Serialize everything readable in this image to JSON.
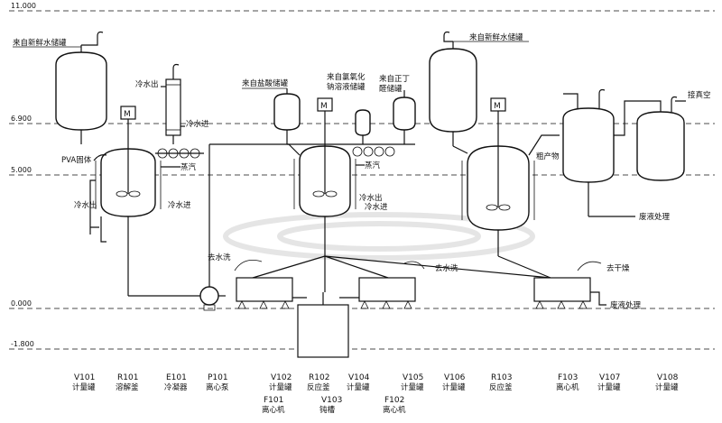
{
  "levels": [
    {
      "label": "11.000",
      "y": 11.0
    },
    {
      "label": "6.900",
      "y": 6.9
    },
    {
      "label": "5.000",
      "y": 5.0
    },
    {
      "label": "0.000",
      "y": 0.0
    },
    {
      "label": "-1.800",
      "y": -1.8
    }
  ],
  "labels": {
    "fresh_water_tank_1": "来自新鲜水储罐",
    "fresh_water_tank_2": "来自新鲜水储罐",
    "cooling_water_out_1": "冷水出",
    "cooling_water_in_1": "冷水进",
    "hydrochloric_acid": "来自盐酸储罐",
    "sodium_hypochlorite_1": "来自氯氧化",
    "sodium_hypochlorite_2": "钠溶液储罐",
    "butyraldehyde_1": "来自正丁",
    "butyraldehyde_2": "醛储罐",
    "pva_solid": "PVA固体",
    "steam_1": "蒸汽",
    "steam_2": "蒸汽",
    "cooling_water_out_2": "冷水出",
    "cooling_water_in_2": "冷水进",
    "cooling_water_out_3": "冷水出",
    "cooling_water_in_3": "冷水进",
    "product": "粗产物",
    "to_vacuum": "接真空",
    "waste_liquid_1": "废液处理",
    "waste_liquid_2": "废液处理",
    "wash_1": "去水洗",
    "wash_2": "去水洗",
    "dryer": "去干燥",
    "motor": "M"
  },
  "equipment": [
    {
      "code": "V101",
      "name": "计量罐"
    },
    {
      "code": "R101",
      "name": "溶解釜"
    },
    {
      "code": "E101",
      "name": "冷凝器"
    },
    {
      "code": "P101",
      "name": "离心泵"
    },
    {
      "code": "V102",
      "name": "计量罐"
    },
    {
      "code": "R102",
      "name": "反应釜"
    },
    {
      "code": "V104",
      "name": "计量罐"
    },
    {
      "code": "V105",
      "name": "计量罐"
    },
    {
      "code": "V106",
      "name": "计量罐"
    },
    {
      "code": "R103",
      "name": "反应釜"
    },
    {
      "code": "F103",
      "name": "离心机"
    },
    {
      "code": "V107",
      "name": "计量罐"
    },
    {
      "code": "V108",
      "name": "计量罐"
    },
    {
      "code": "F101",
      "name": "离心机"
    },
    {
      "code": "V103",
      "name": "钝槽"
    },
    {
      "code": "F102",
      "name": "离心机"
    }
  ]
}
